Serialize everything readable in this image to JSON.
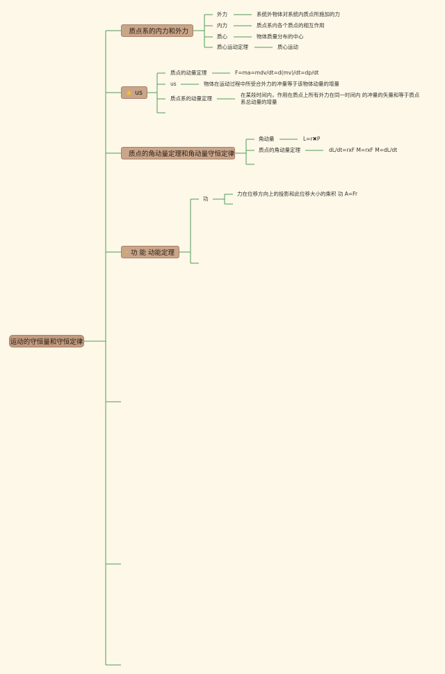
{
  "root": {
    "label": "运动的守恒量和守恒定律"
  },
  "branches": [
    {
      "label": "质点系的内力和外力",
      "icon": "water-drop-icon",
      "items": [
        {
          "label": "外力",
          "desc": "系统外物体对系统内质点所施加的力"
        },
        {
          "label": "内力",
          "desc": "质点系内各个质点的相互作用"
        },
        {
          "label": "质心",
          "desc": "物体质量分布的中心"
        },
        {
          "label": "质心运动定理",
          "desc": "质心运动"
        }
      ]
    },
    {
      "label": "us",
      "icon": "star-icon",
      "items": [
        {
          "label": "质点的动量定理",
          "desc": "F=ma=mdv/dt=d(mv)/dt=dp/dt"
        },
        {
          "label": "us",
          "desc": "物体在运动过程中所受合外力的冲量等于该物体动量的增量"
        },
        {
          "label": "质点系的动量定理",
          "desc": "在某段时间内，作用在质点上所有外力在同一时间内 的冲量的矢量和等于质点系总动量的增量"
        }
      ]
    },
    {
      "label": "质点的角动量定理和角动量守恒定律",
      "icon": "heart-icon",
      "items": [
        {
          "label": "角动量",
          "desc": "L=r✖P"
        },
        {
          "label": "质点的角动量定理",
          "desc": "dL/dt=rxF M=rxF M=dL/dt"
        }
      ]
    },
    {
      "label": "功 能 动能定理",
      "icon": "heart-icon",
      "items": [
        {
          "label": "功",
          "desc": "力在位移方向上的投影和此位移大小的乘积 功 A=Fr"
        }
      ]
    }
  ],
  "colors": {
    "background": "#fdf8e7",
    "node_fill": "#c9a58a",
    "connector": "#4e9a5e",
    "drop": "#2f86d6",
    "star": "#f2c230",
    "heart_outline": "#e0463c",
    "heart_fill": "#f2c230"
  }
}
